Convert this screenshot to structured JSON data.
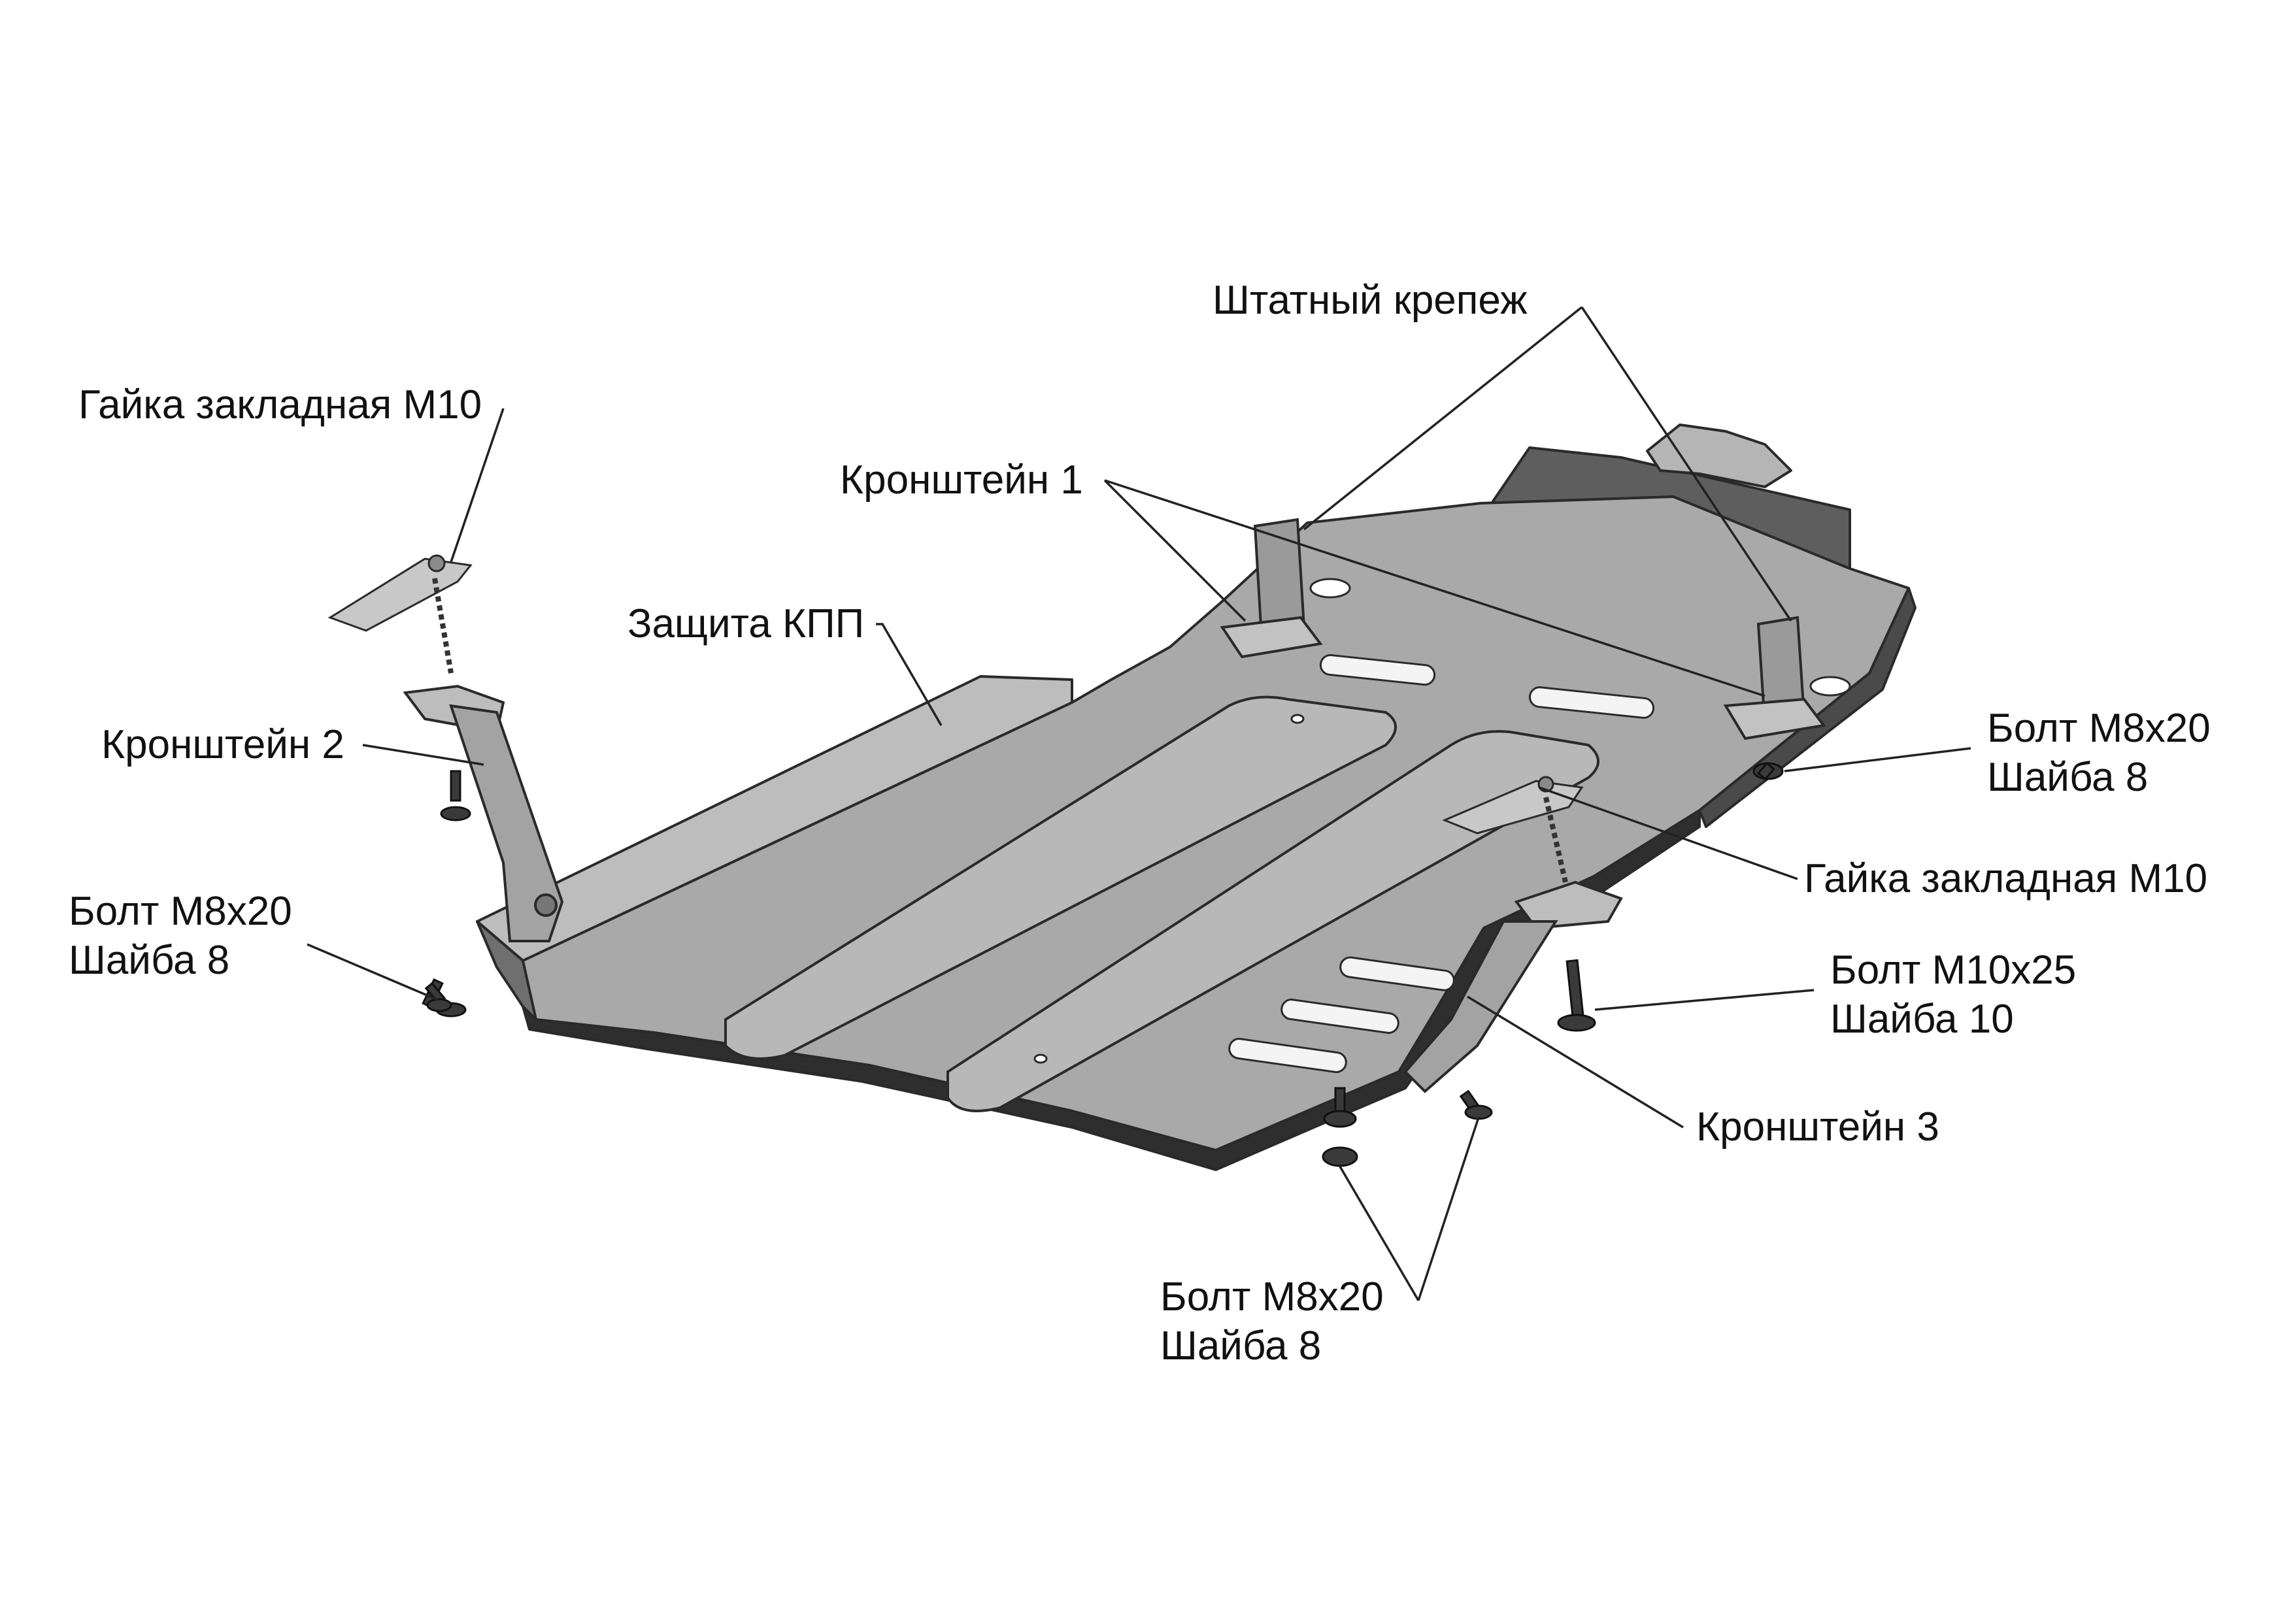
{
  "labels": {
    "shtatny_krepezh": "Штатный крепеж",
    "gayka_top_left": "Гайка закладная М10",
    "kronshtein_1": "Кронштейн 1",
    "zashita_kpp": "Защита КПП",
    "kronshtein_2": "Кронштейн 2",
    "bolt_left_1": "Болт М8х20",
    "shaiba_left_2": "Шайба 8",
    "bolt_right_1": "Болт М8х20",
    "shaiba_right_2": "Шайба 8",
    "gayka_right": "Гайка закладная М10",
    "bolt_m10_1": "Болт М10х25",
    "shaiba_m10_2": "Шайба 10",
    "kronshtein_3": "Кронштейн 3",
    "bolt_bottom_1": "Болт М8х20",
    "shaiba_bottom_2": "Шайба 8"
  },
  "colors": {
    "plate": "#a9a9a9",
    "plate_light": "#c4c4c4",
    "plate_dark": "#6f6f6f",
    "edge": "#2a2a2a",
    "label": "#111111",
    "leader": "#222222"
  }
}
